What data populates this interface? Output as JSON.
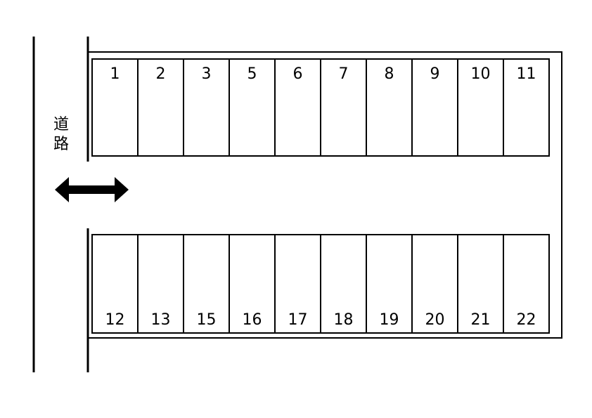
{
  "road": {
    "label_chars": [
      "道",
      "路"
    ]
  },
  "top_row": [
    "1",
    "2",
    "3",
    "5",
    "6",
    "7",
    "8",
    "9",
    "10",
    "11"
  ],
  "bottom_row": [
    "12",
    "13",
    "15",
    "16",
    "17",
    "18",
    "19",
    "20",
    "21",
    "22"
  ]
}
